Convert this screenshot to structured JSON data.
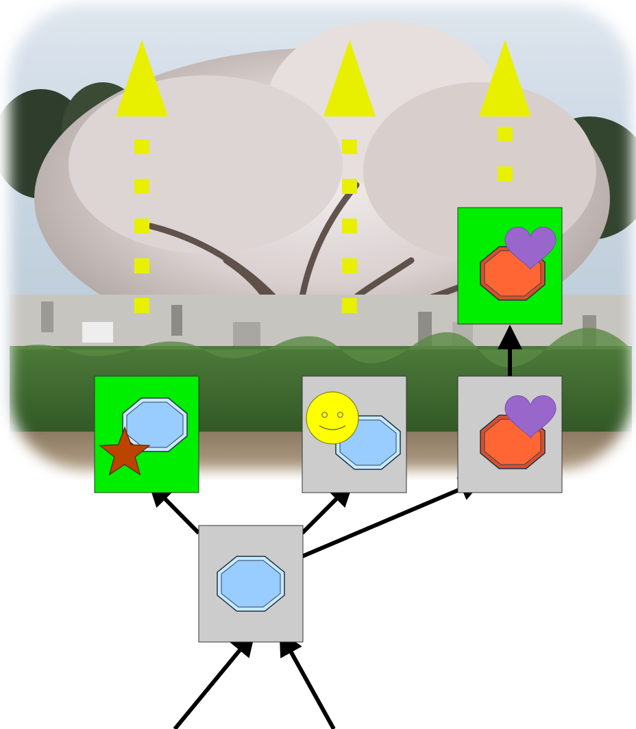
{
  "colors": {
    "background": "#ffffff",
    "node_gray": "#cccccc",
    "node_green": "#00ee00",
    "node_border": "#333333",
    "arrow": "#000000",
    "growth_marker": "#e8f000",
    "octagon_blue": "#99ccff",
    "octagon_blue_bevel": "#c8eaff",
    "octagon_orange": "#ff6633",
    "octagon_orange_bevel": "#d9502a",
    "heart": "#9966cc",
    "star": "#bb4400",
    "smiley": "#ffff00"
  },
  "background_photo": {
    "icon": "blossoming-tree-photo"
  },
  "nodes": [
    {
      "id": "root",
      "fill": "node_gray",
      "shapes": [
        "blue-octagon"
      ]
    },
    {
      "id": "star-branch",
      "fill": "node_green",
      "shapes": [
        "blue-octagon",
        "star"
      ]
    },
    {
      "id": "smiley-branch",
      "fill": "node_gray",
      "shapes": [
        "blue-octagon",
        "smiley"
      ]
    },
    {
      "id": "heart-branch",
      "fill": "node_gray",
      "shapes": [
        "orange-octagon",
        "heart"
      ]
    },
    {
      "id": "heart-branch-next",
      "fill": "node_green",
      "shapes": [
        "orange-octagon",
        "heart"
      ]
    }
  ],
  "edges": [
    {
      "from": "incoming-1",
      "to": "root"
    },
    {
      "from": "incoming-2",
      "to": "root"
    },
    {
      "from": "root",
      "to": "star-branch"
    },
    {
      "from": "root",
      "to": "smiley-branch"
    },
    {
      "from": "root",
      "to": "heart-branch"
    },
    {
      "from": "heart-branch",
      "to": "heart-branch-next"
    }
  ],
  "growth_markers": [
    {
      "node": "star-branch",
      "style": "dotted-up-arrow"
    },
    {
      "node": "smiley-branch",
      "style": "dotted-up-arrow"
    },
    {
      "node": "heart-branch-next",
      "style": "dotted-up-arrow"
    }
  ]
}
